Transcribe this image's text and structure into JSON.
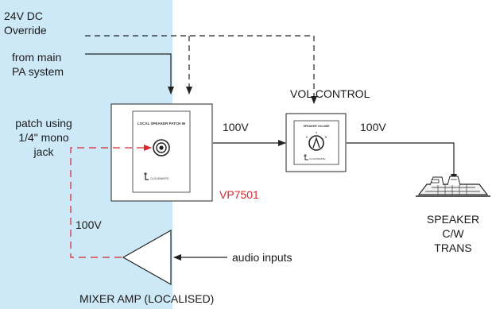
{
  "colors": {
    "local_zone": "#cde8f6",
    "line": "#222222",
    "red_dashed": "#d7262e",
    "model_text": "#d7262e"
  },
  "labels": {
    "override_line1": "24V DC",
    "override_line2": "Override",
    "main_pa_line1": "from main",
    "main_pa_line2": "PA system",
    "patch_line1": "patch using",
    "patch_line2": "1/4\" mono",
    "patch_line3": "jack",
    "volt_patch_to_vol": "100V",
    "volt_vol_to_speaker": "100V",
    "volt_mixer_loop": "100V",
    "vol_control": "VOL.CONTROL",
    "model": "VP7501",
    "speaker_line1": "SPEAKER",
    "speaker_line2": "C/W",
    "speaker_line3": "TRANS",
    "audio_inputs": "audio inputs",
    "mixer_amp": "MIXER AMP (LOCALISED)"
  },
  "plate_labels": {
    "patch_panel": "LOCAL SPEAKER PATCH IN",
    "patch_brand": "CLOUDWHITE",
    "vol_panel": "SPEAKER VOLUME",
    "vol_brand": "CLOUDWHITE"
  },
  "icons": {
    "jack": "mono-jack-socket-icon",
    "knob": "volume-knob-icon",
    "speaker": "ceiling-speaker-icon",
    "amp": "amplifier-triangle-icon",
    "brand": "brand-logo-icon"
  }
}
